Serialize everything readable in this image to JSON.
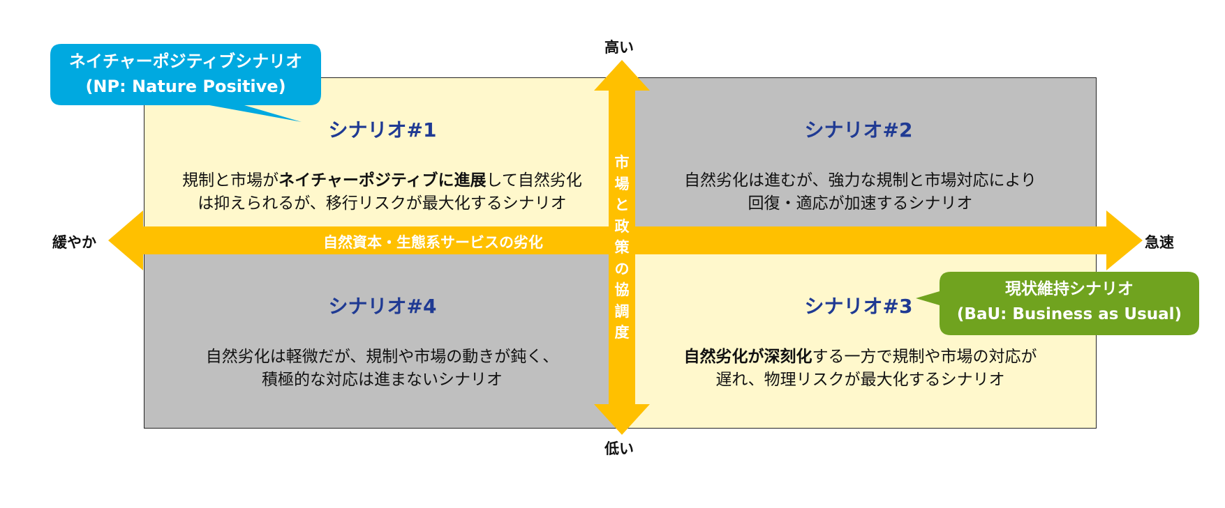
{
  "axes": {
    "top": "高い",
    "bottom": "低い",
    "left": "緩やか",
    "right": "急速",
    "horizontal_label": "自然資本・生態系サービスの劣化",
    "vertical_label": [
      "市",
      "場",
      "と",
      "政",
      "策",
      "の",
      "協",
      "調",
      "度"
    ]
  },
  "quadrants": {
    "s1": {
      "title": "シナリオ#1",
      "line1_a": "規制と市場が",
      "line1_bold": "ネイチャーポジティブに進展",
      "line1_b": "して自然劣化",
      "line2": "は抑えられるが、移行リスクが最大化するシナリオ"
    },
    "s2": {
      "title": "シナリオ#2",
      "line1": "自然劣化は進むが、強力な規制と市場対応により",
      "line2": "回復・適応が加速するシナリオ"
    },
    "s3": {
      "title": "シナリオ#3",
      "line1_bold": "自然劣化が深刻化",
      "line1_b": "する一方で規制や市場の対応が",
      "line2": "遅れ、物理リスクが最大化するシナリオ"
    },
    "s4": {
      "title": "シナリオ#4",
      "line1": "自然劣化は軽微だが、規制や市場の動きが鈍く、",
      "line2": "積極的な対応は進まないシナリオ"
    }
  },
  "callouts": {
    "np": {
      "line1": "ネイチャーポジティブシナリオ",
      "line2": "(NP: Nature Positive)"
    },
    "bau": {
      "line1": "現状維持シナリオ",
      "line2": "(BaU: Business as Usual)"
    }
  },
  "colors": {
    "arrow": "#FFC000",
    "np_callout": "#00A9E0",
    "bau_callout": "#70A31F",
    "quad_yellow": "#FFF8CC",
    "quad_gray": "#BFBFBF",
    "title_blue": "#1F3A93"
  }
}
